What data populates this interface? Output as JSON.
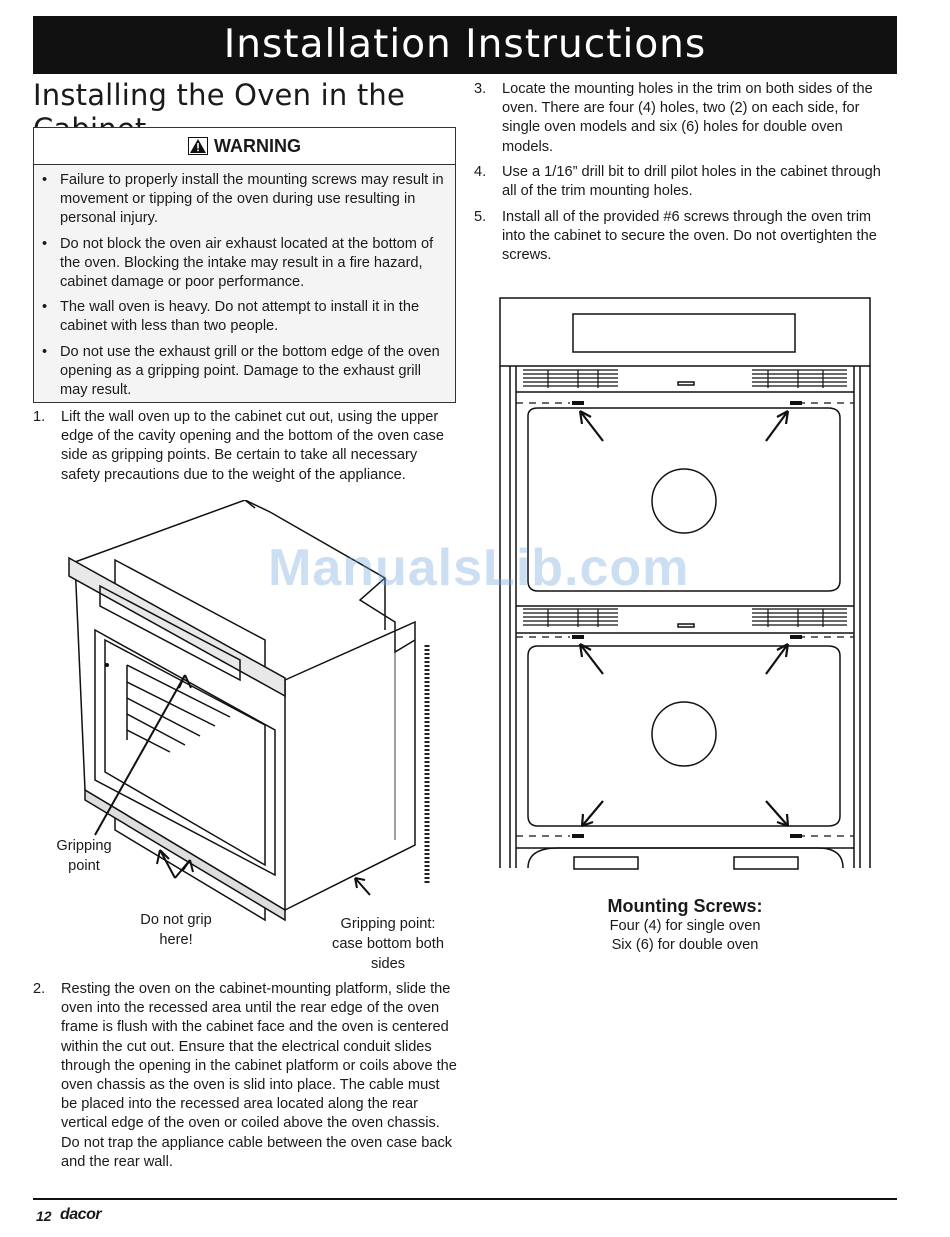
{
  "header": {
    "title": "Installation Instructions"
  },
  "section_title": "Installing the Oven in the Cabinet",
  "warning": {
    "label": "WARNING",
    "icon": "warning-triangle-icon",
    "items": [
      "Failure to properly install the mounting screws may result in movement or tipping of the oven during use resulting in personal injury.",
      "Do not block the oven air exhaust located at the bottom of the oven. Blocking the intake may result in a fire hazard, cabinet damage or poor performance.",
      "The wall oven is heavy. Do not attempt to install it in the cabinet with less than two people.",
      "Do not use the exhaust grill or the bottom edge of the oven opening as a gripping point. Damage to the exhaust grill may result."
    ]
  },
  "steps": [
    {
      "num": "1.",
      "text": "Lift the wall oven up to the cabinet cut out, using the upper edge of the cavity opening and the bottom of the oven case side as gripping points. Be certain to take all necessary safety precautions due to the weight of the appliance."
    },
    {
      "num": "2.",
      "text": "Resting the oven on the cabinet-mounting platform, slide the oven into the recessed area until the rear edge of the oven frame is flush with the cabinet face and the oven is centered within the cut out. Ensure that the electrical conduit slides through the opening in the cabinet platform or coils above the oven chassis as the oven is slid into place. The cable must be placed into the recessed area located along the rear vertical edge of the oven or coiled above the oven chassis. Do not trap the appliance cable between the oven case back and the rear wall."
    },
    {
      "num": "3.",
      "text": "Locate the mounting holes in the trim on both sides of the oven. There are four (4) holes, two (2) on each side, for single oven models and six (6) holes for double oven models."
    },
    {
      "num": "4.",
      "text": "Use a 1/16” drill bit to drill pilot holes in the cabinet through all of the trim mounting holes."
    },
    {
      "num": "5.",
      "text": "Install all of the provided #6 screws through the oven trim into the cabinet to secure the oven. Do not overtighten the screws."
    }
  ],
  "figure_left": {
    "gripping_point": "Gripping point",
    "do_not_grip": "Do not grip here!",
    "gripping_point_case": "Gripping point: case bottom both sides"
  },
  "figure_right": {
    "title": "Mounting Screws:",
    "line1": "Four (4) for single oven",
    "line2": "Six (6) for double oven"
  },
  "watermark": "ManualsLib.com",
  "footer": {
    "page": "12",
    "brand": "dacor"
  }
}
